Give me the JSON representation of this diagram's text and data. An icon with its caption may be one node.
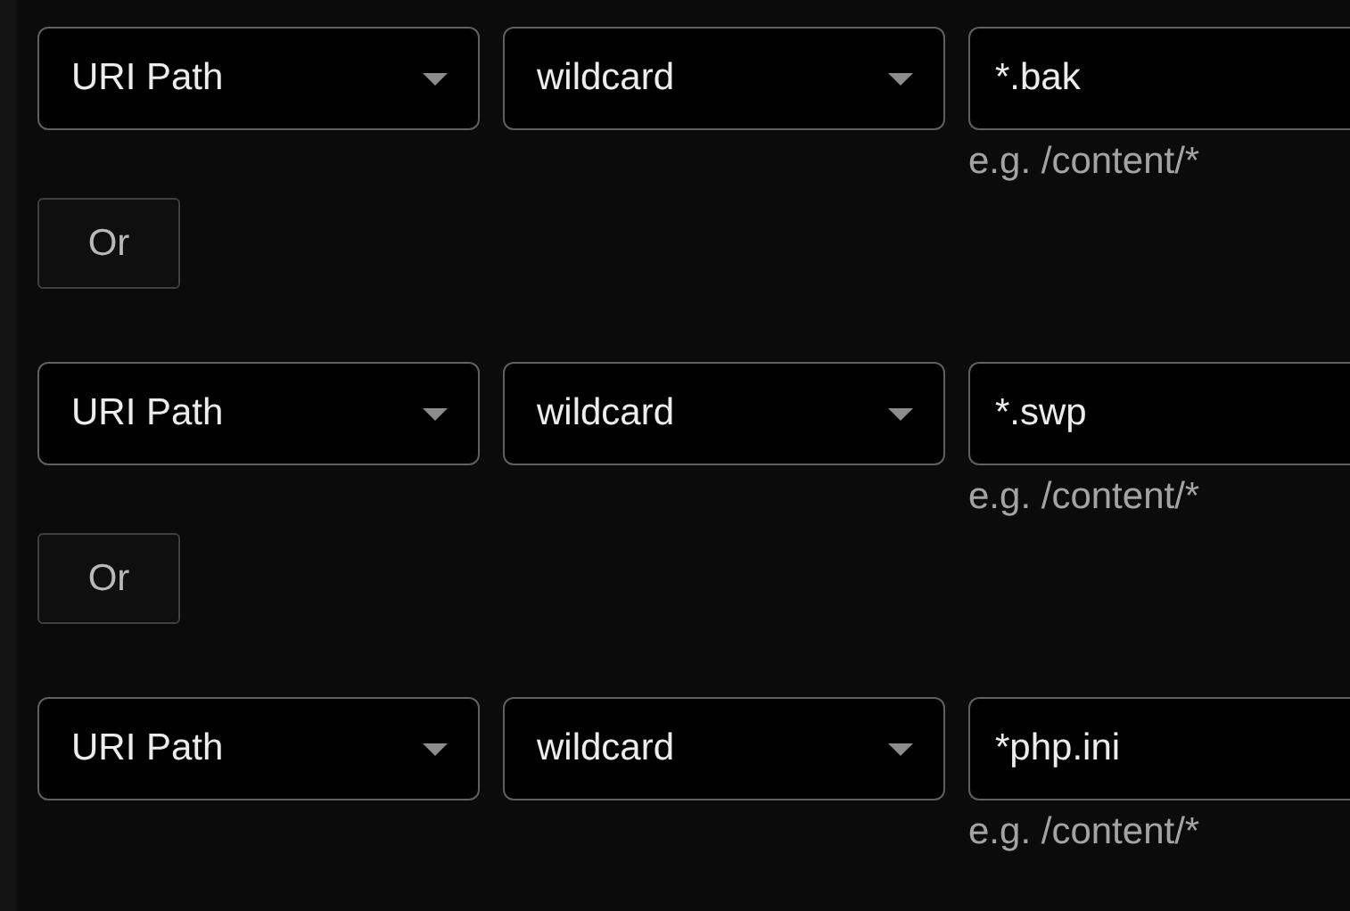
{
  "diagram": {
    "labels": [
      "URI Path",
      "wildcard",
      "*.bak",
      "e.g. /content/*",
      "Or",
      "URI Path",
      "wildcard",
      "*.swp",
      "e.g. /content/*",
      "Or",
      "URI Path",
      "wildcard",
      "*php.ini",
      "e.g. /content/*"
    ]
  }
}
